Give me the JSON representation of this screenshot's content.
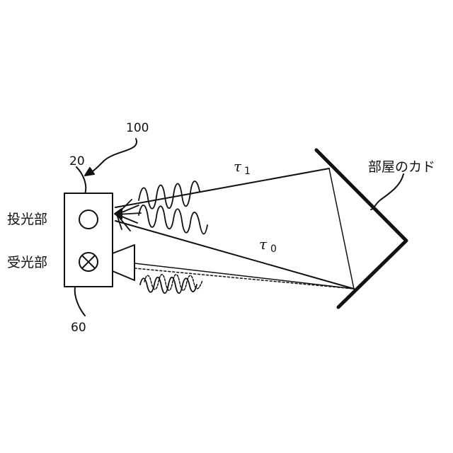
{
  "figure": {
    "ref_device": "100",
    "ref_projector": "20",
    "ref_receiver": "60",
    "label_projector": "投光部",
    "label_receiver": "受光部",
    "label_corner": "部屋のカド",
    "tau_symbol": "τ",
    "tau1_index": "1",
    "tau0_index": "0"
  },
  "colors": {
    "stroke": "#111111",
    "background": "#ffffff"
  }
}
